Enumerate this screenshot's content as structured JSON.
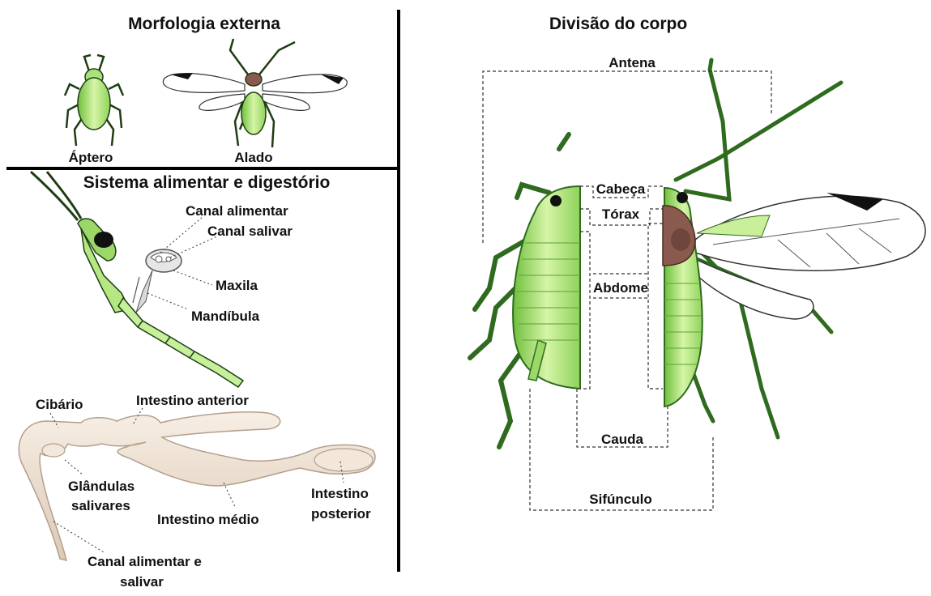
{
  "sections": {
    "external_morphology": {
      "title": "Morfologia externa",
      "apterous": "Áptero",
      "winged": "Alado"
    },
    "digestive": {
      "title": "Sistema alimentar e digestório",
      "mouthparts": {
        "food_canal": "Canal alimentar",
        "salivary_canal": "Canal salivar",
        "maxilla": "Maxila",
        "mandible": "Mandíbula"
      },
      "gut": {
        "cibarium": "Cibário",
        "foregut": "Intestino anterior",
        "salivary_glands_1": "Glândulas",
        "salivary_glands_2": "salivares",
        "midgut": "Intestino médio",
        "hindgut_1": "Intestino",
        "hindgut_2": "posterior",
        "canal_1": "Canal alimentar e",
        "canal_2": "salivar"
      }
    },
    "body_division": {
      "title": "Divisão do corpo",
      "antenna": "Antena",
      "head": "Cabeça",
      "thorax": "Tórax",
      "abdomen": "Abdome",
      "cauda": "Cauda",
      "siphunculus": "Sifúnculo"
    }
  },
  "colors": {
    "body_light": "#c9ef9a",
    "body_mid": "#9cd868",
    "body_dark": "#2f6b1f",
    "thorax_brown": "#8a5a4e",
    "gut": "#efe3d6",
    "divider": "#000000"
  }
}
